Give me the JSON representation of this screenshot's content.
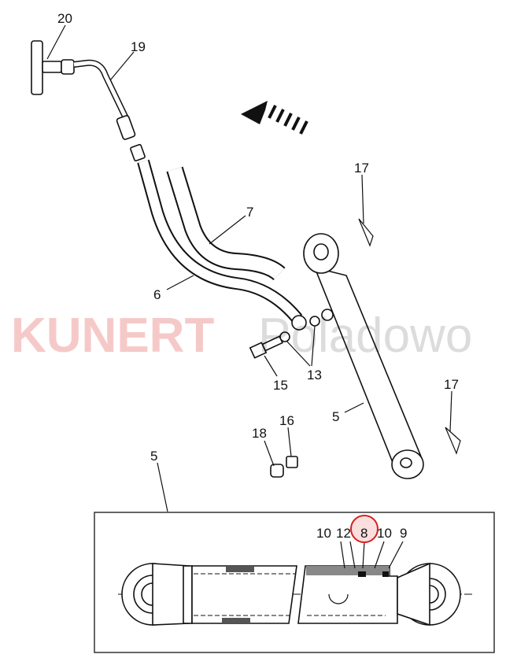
{
  "watermark": {
    "brand": "KUNERT",
    "suffix": "Poladowo"
  },
  "labels": {
    "p20": "20",
    "p19": "19",
    "p17a": "17",
    "p7": "7",
    "p6": "6",
    "p13": "13",
    "p15": "15",
    "p17b": "17",
    "p5a": "5",
    "p16": "16",
    "p18": "18",
    "p5b": "5",
    "i10a": "10",
    "i12": "12",
    "i8": "8",
    "i10b": "10",
    "i9": "9"
  },
  "colors": {
    "highlight": "#d42020",
    "highlight_fill": "#f8c8c8",
    "watermark": "#f6c9c9"
  }
}
